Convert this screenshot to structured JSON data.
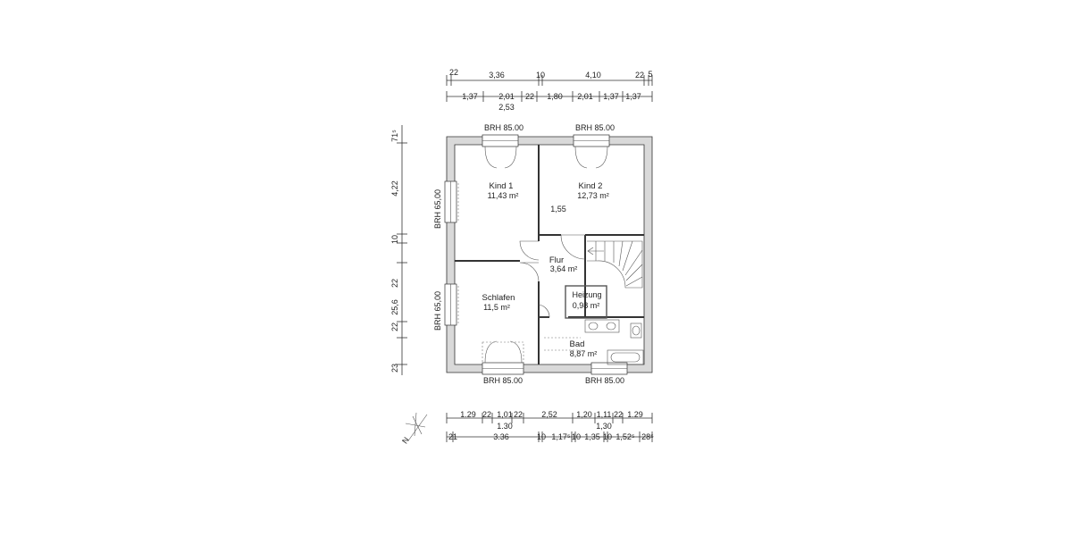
{
  "dims": {
    "top_row1": [
      "22",
      "3,36",
      "10",
      "4,10",
      "22",
      "5"
    ],
    "top_row2": [
      "1,37",
      "2,01",
      "22",
      "1,80",
      "2,01",
      "1,37",
      "1,37"
    ],
    "top_row3": [
      "2,53"
    ],
    "bottom_row1": [
      "1.29",
      "22",
      "1,01",
      "22",
      "2,52",
      "1,20",
      "1,11",
      "22",
      "1.29"
    ],
    "bottom_row2": [
      "1.30",
      "1,30"
    ],
    "bottom_row3": [
      "21",
      "3.36",
      "10",
      "1,17⁵",
      "10",
      "1,35",
      "10",
      "1,52⁵",
      "28⁵"
    ],
    "left": [
      "71⁵",
      "4,22",
      "10",
      "22",
      "25,6",
      "22",
      "23"
    ]
  },
  "windows": {
    "top_left": "BRH 85.00",
    "top_right": "BRH 85.00",
    "bottom_left": "BRH 85.00",
    "bottom_right": "BRH 85.00",
    "left_upper": "BRH 65,00",
    "left_lower": "BRH 65,00"
  },
  "rooms": [
    {
      "name": "Kind 1",
      "area": "11,43 m²"
    },
    {
      "name": "Kind 2",
      "area": "12,73 m²"
    },
    {
      "name": "Flur",
      "area": "3,64 m²"
    },
    {
      "name": "Schlafen",
      "area": "11,5 m²"
    },
    {
      "name": "Heizung",
      "area": "0,98 m²"
    },
    {
      "name": "Bad",
      "area": "8,87 m²"
    }
  ],
  "annotations": {
    "stair_width": "1,55"
  },
  "compass": {
    "label": "N"
  }
}
